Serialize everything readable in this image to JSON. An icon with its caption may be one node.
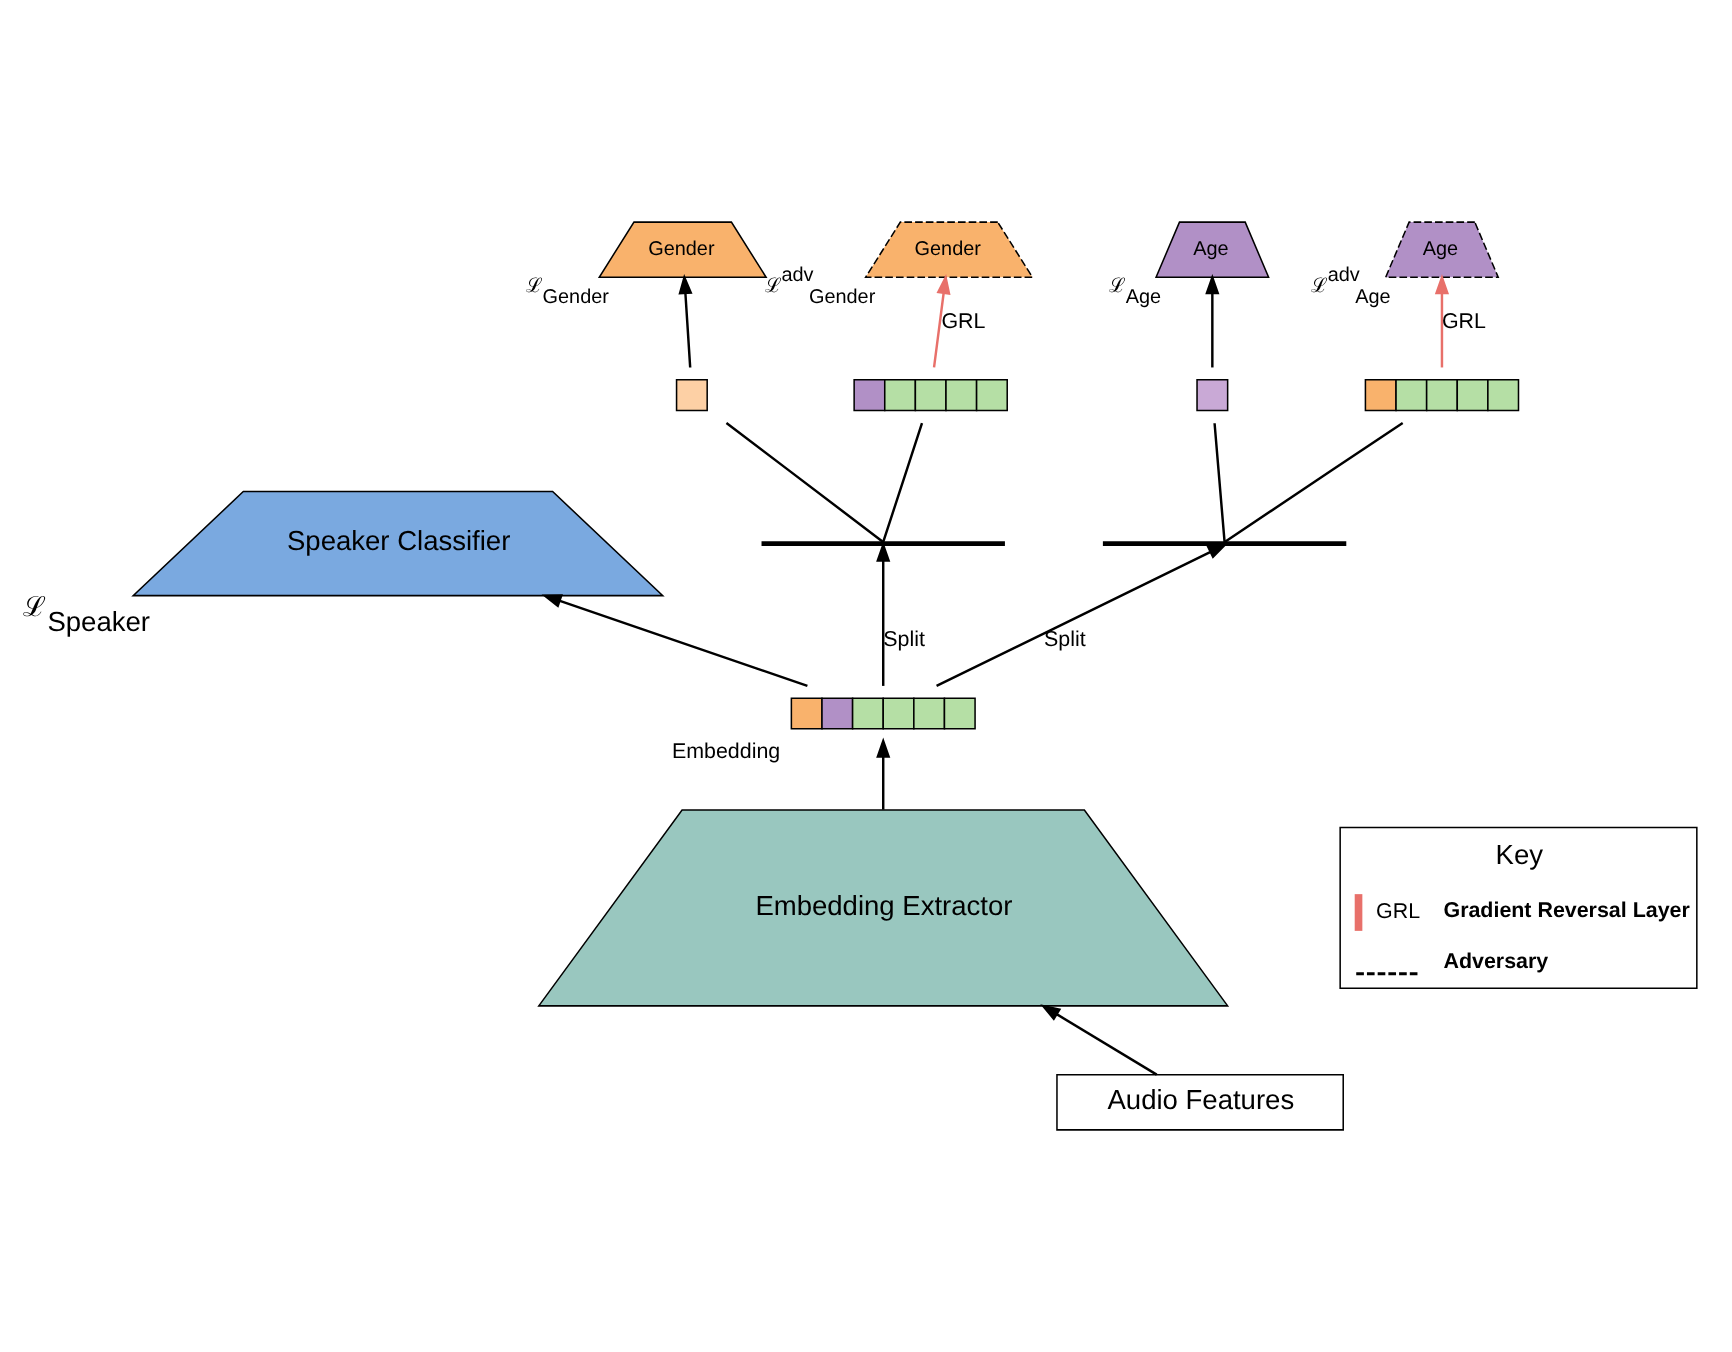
{
  "diagram": {
    "nodes": [
      {
        "text": [
          "Audio Features"
        ]
      },
      {
        "text": [
          "Embedding Extractor"
        ]
      },
      {
        "text": [],
        "shape": "bar",
        "beside": [
          "Embedding"
        ]
      },
      {
        "text": [
          "Speaker Classifier"
        ],
        "beside": [
          "ℒ$_{Speaker}$"
        ]
      },
      {
        "text": [
          "Gender"
        ],
        "beside": [
          "ℒ$_{Gender}$"
        ]
      },
      {
        "text": [
          "Gender"
        ],
        "beside": [
          "ℒ$^{adv}$$_{Gender}$"
        ]
      },
      {
        "text": [
          "Age"
        ],
        "beside": [
          "ℒ$_{Age}$"
        ]
      },
      {
        "text": [
          "Age"
        ],
        "beside": [
          "ℒ$^{adv}$$_{Age}$"
        ]
      },
      {
        "text": [],
        "shape": "box"
      },
      {
        "text": [],
        "shape": "bar"
      },
      {
        "text": [],
        "shape": "box"
      },
      {
        "text": [],
        "shape": "bar"
      },
      {
        "text": [],
        "shape": "bracket"
      },
      {
        "text": [],
        "shape": "bracket"
      }
    ],
    "edges": [
      {
        "from": 0,
        "to": 1,
        "arrow": "to"
      },
      {
        "from": 1,
        "to": 2,
        "arrow": "to"
      },
      {
        "from": 2,
        "to": 12,
        "arrow": "to",
        "label": "Split"
      },
      {
        "from": 2,
        "to": 3,
        "arrow": "to"
      },
      {
        "from": 2,
        "to": 13,
        "arrow": "to",
        "label": "Split"
      },
      {
        "from": 8,
        "to": 4,
        "arrow": "to"
      },
      {
        "from": 9,
        "to": 5,
        "arrow": "to",
        "label": "GRL",
        "color": "#e8706a"
      },
      {
        "from": 10,
        "to": 6,
        "arrow": "to"
      },
      {
        "from": 11,
        "to": 7,
        "arrow": "to",
        "label": "GRL",
        "color": "#e8706a"
      },
      {
        "from": 12,
        "to": 8,
        "arrow": "none"
      },
      {
        "from": 12,
        "to": 9,
        "arrow": "none"
      },
      {
        "from": 13,
        "to": 10,
        "arrow": "none"
      },
      {
        "from": 13,
        "to": 11,
        "arrow": "none"
      }
    ],
    "labels": [
      "Key",
      "GRL"
    ],
    "legend": [
      {
        "text": "Gradient Reversal Layer"
      },
      {
        "text": "Adversary"
      }
    ]
  }
}
